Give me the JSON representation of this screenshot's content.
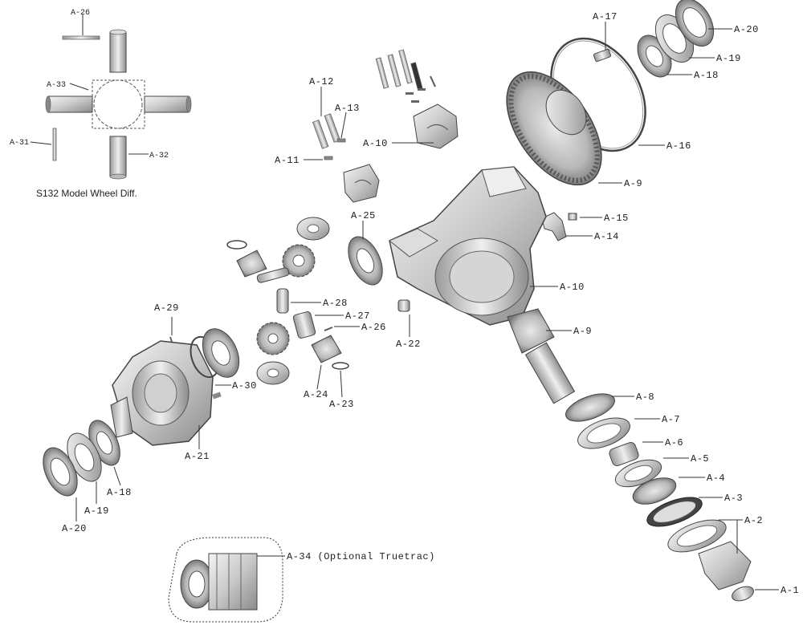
{
  "inset": {
    "caption": "S132 Model Wheel Diff.",
    "labels": {
      "a26": "A-26",
      "a33": "A-33",
      "a31": "A-31",
      "a32": "A-32"
    }
  },
  "labels": {
    "a1": "A-1",
    "a2": "A-2",
    "a3": "A-3",
    "a4": "A-4",
    "a5": "A-5",
    "a6": "A-6",
    "a7": "A-7",
    "a8": "A-8",
    "a9_pinion": "A-9",
    "a9_ring": "A-9",
    "a10_housing": "A-10",
    "a10_cap": "A-10",
    "a11": "A-11",
    "a12": "A-12",
    "a13": "A-13",
    "a14": "A-14",
    "a15": "A-15",
    "a16": "A-16",
    "a17": "A-17",
    "a18_right": "A-18",
    "a19_right": "A-19",
    "a20_right": "A-20",
    "a18_left": "A-18",
    "a19_left": "A-19",
    "a20_left": "A-20",
    "a21": "A-21",
    "a22": "A-22",
    "a23": "A-23",
    "a24": "A-24",
    "a25": "A-25",
    "a26": "A-26",
    "a27": "A-27",
    "a28": "A-28",
    "a29": "A-29",
    "a30": "A-30",
    "a34": "A-34 (Optional Truetrac)"
  }
}
